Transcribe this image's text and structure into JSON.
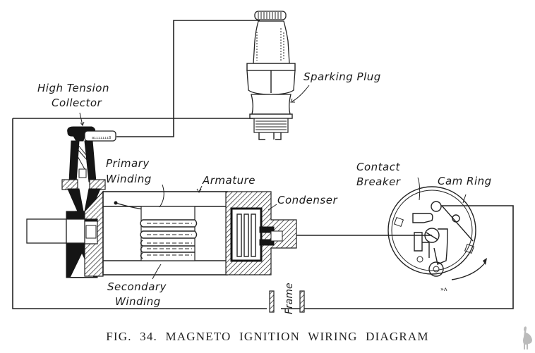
{
  "figure": {
    "caption": "FIG. 34.  MAGNETO IGNITION  WIRING  DIAGRAM",
    "colors": {
      "ink": "#222222",
      "background": "#ffffff",
      "watermark": "#bbbbbb"
    }
  },
  "labels": {
    "high_tension_collector_line1": "High Tension",
    "high_tension_collector_line2": "Collector",
    "sparking_plug": "Sparking Plug",
    "primary_winding_line1": "Primary",
    "primary_winding_line2": "Winding",
    "armature": "Armature",
    "condenser": "Condenser",
    "contact_breaker_line1": "Contact",
    "contact_breaker_line2": "Breaker",
    "cam_ring": "Cam Ring",
    "secondary_winding_line1": "Secondary",
    "secondary_winding_line2": "Winding",
    "frame": "Frame"
  },
  "watermark": {
    "icon": "emu-icon"
  }
}
